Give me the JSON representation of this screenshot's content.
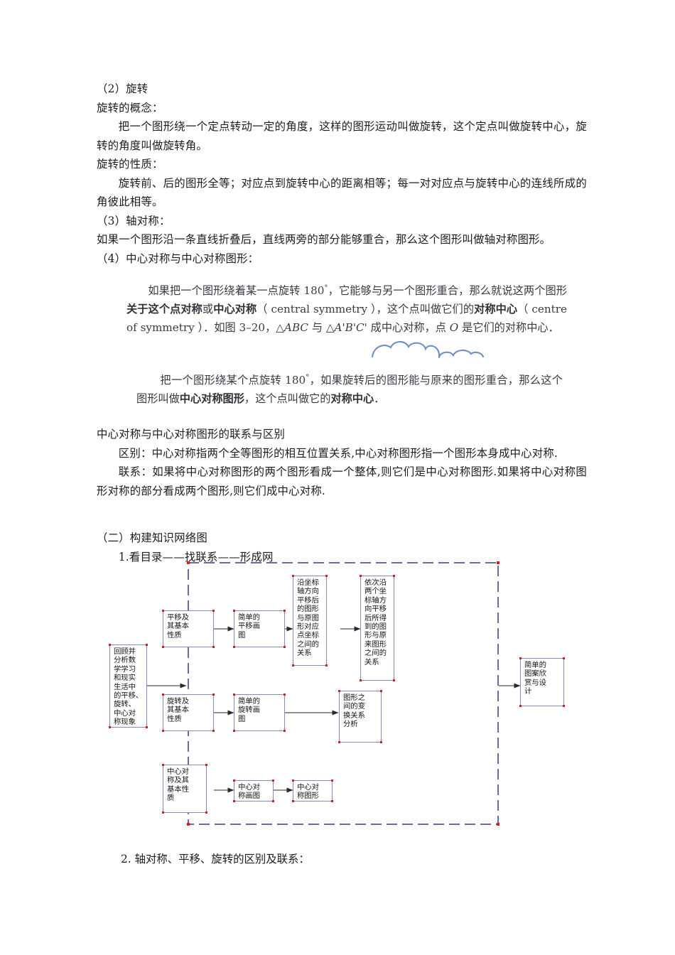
{
  "document": {
    "paragraphs": [
      {
        "id": "p1",
        "text": "（2）旋转",
        "indent": false
      },
      {
        "id": "p2",
        "text": "旋转的概念：",
        "indent": false
      },
      {
        "id": "p3",
        "text": "把一个图形绕一个定点转动一定的角度，这样的图形运动叫做旋转，这个定点叫做旋转中心，旋转的角度叫做旋转角。",
        "indent": true
      },
      {
        "id": "p4",
        "text": "旋转的性质：",
        "indent": false
      },
      {
        "id": "p5",
        "text": "旋转前、后的图形全等；对应点到旋转中心的距离相等；每一对对应点与旋转中心的连线所成的角彼此相等。",
        "indent": true
      },
      {
        "id": "p6",
        "text": "（3）轴对称：",
        "indent": false
      },
      {
        "id": "p7",
        "text": "如果一个图形沿一条直线折叠后，直线两旁的部分能够重合，那么这个图形叫做轴对称图形。",
        "indent": false
      },
      {
        "id": "p8",
        "text": "（4）中心对称与中心对称图形：",
        "indent": false
      }
    ],
    "relations": [
      {
        "id": "r1",
        "text": "中心对称与中心对称图形的联系与区别",
        "indent": false
      },
      {
        "id": "r2",
        "text": "区别：中心对称指两个全等图形的相互位置关系,中心对称图形指一个图形本身成中心对称.",
        "indent": true
      },
      {
        "id": "r3",
        "text": "联系：如果将中心对称图形的两个图形看成一个整体,则它们是中心对称图形.如果将中心对称图形对称的部分看成两个图形,则它们成中心对称.",
        "indent": true
      }
    ],
    "section_heading": "（二）构建知识网络图",
    "subsection_heading": "1.看目录——找联系——形成网",
    "footer": "2. 轴对称、平移、旋转的区别及联系："
  },
  "scan_excerpt": {
    "paragraph_1_parts": {
      "lead": "如果把一个图形绕着某一点旋转 180",
      "degree": "°",
      "mid1": "，它能够与另一个图形重合，那么就说这两个图形",
      "bold1": "关于这个点对称",
      "mid2": "或",
      "bold2": "中心对称",
      "latin1": "（ central symmetry ）",
      "mid3": "，这个点叫做它们的",
      "bold3": "对称中心",
      "latin2": "（ centre of symmetry ）",
      "mid4": "．如图 3–20，",
      "tri1": "△ABC",
      "mid5": " 与 ",
      "tri2": "△A'B'C'",
      "mid6": " 成中心对称，点 ",
      "pointO": "O",
      "tail": " 是它们的对称中心．"
    },
    "paragraph_2_parts": {
      "lead": "把一个图形绕某个点旋转 180",
      "degree": "°",
      "mid1": "，如果旋转后的图形能与原来的图形重合，那么这个图形叫做",
      "bold1": "中心对称图形",
      "mid2": "，这个点叫做它的",
      "bold2": "对称中心",
      "tail": "．"
    }
  },
  "flowchart": {
    "border_color": "#6a6aa8",
    "box_border_color": "#8a8ab8",
    "handle_color": "#d02020",
    "arrow_color": "#2a2a2a",
    "nodes": [
      {
        "id": "start",
        "label": "回顾并分析数学学习和现实生活中的平移、旋转、中心对称现象",
        "lines": [
          "回顾并",
          "分析数",
          "学学习",
          "和现实",
          "生活中",
          "的平移、",
          "旋转、",
          "中心对",
          "称现象"
        ]
      },
      {
        "id": "trans1",
        "label": "平移及其基本性质",
        "lines": [
          "平移及",
          "其基本",
          "性质"
        ]
      },
      {
        "id": "trans2",
        "label": "简单的平移画图",
        "lines": [
          "简单的",
          "平移画",
          "图"
        ]
      },
      {
        "id": "trans3",
        "label": "沿坐标轴方向平移后的图形与原图形对应点坐标之间的关系",
        "lines": [
          "沿坐标",
          "轴方向",
          "平移后",
          "的图形",
          "与原图",
          "形对应",
          "点坐标",
          "之间的",
          "关系"
        ]
      },
      {
        "id": "trans4",
        "label": "依次沿两个坐标轴方向平移后所得到的图形与原来图形之间的关系",
        "lines": [
          "依次沿",
          "两个坐",
          "标轴方",
          "向平移",
          "后所得",
          "到的图",
          "形与原",
          "来图形",
          "之间的",
          "关系"
        ]
      },
      {
        "id": "rot1",
        "label": "旋转及其基本性质",
        "lines": [
          "旋转及",
          "其基本",
          "性质"
        ]
      },
      {
        "id": "rot2",
        "label": "简单的旋转画图",
        "lines": [
          "简单的",
          "旋转画",
          "图"
        ]
      },
      {
        "id": "rot3",
        "label": "图形之间的变换关系分析",
        "lines": [
          "图形之",
          "间的变",
          "换关系",
          "分析"
        ]
      },
      {
        "id": "cs1",
        "label": "中心对称及其基本性质",
        "lines": [
          "中心对",
          "称及其",
          "基本性",
          "质"
        ]
      },
      {
        "id": "cs2",
        "label": "中心对称画图",
        "lines": [
          "中心对",
          "称画图"
        ]
      },
      {
        "id": "cs3",
        "label": "中心对称图形",
        "lines": [
          "中心对",
          "称图形"
        ]
      },
      {
        "id": "final",
        "label": "简单的图案欣赏与设计",
        "lines": [
          "简单的",
          "图案欣",
          "赏与设",
          "计"
        ]
      }
    ]
  }
}
